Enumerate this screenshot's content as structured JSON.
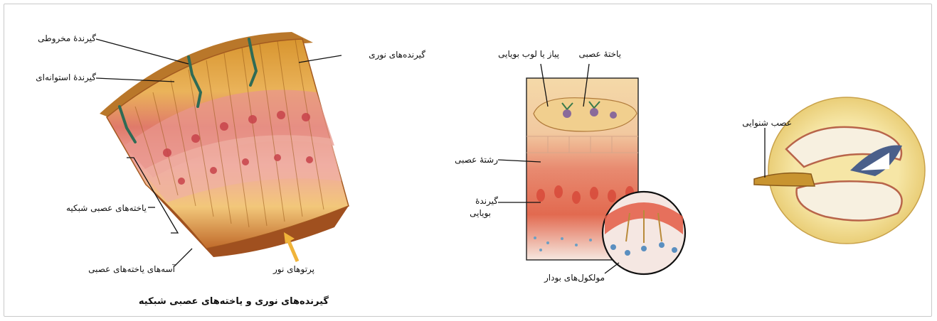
{
  "retina_panel": {
    "caption": "گیرنده‌های نوری و یاخته‌های عصبی شبکیه",
    "labels": {
      "cone": "گیرندهٔ مخروطی",
      "rod": "گیرندهٔ استوانه‌ای",
      "photoreceptors": "گیرنده‌های نوری",
      "retinal_neurons": "یاخته‌های عصبی شبکیه",
      "axons": "آسه‌های یاخته‌های عصبی",
      "light_rays": "پرتوهای نور"
    }
  },
  "olfactory_panel": {
    "labels": {
      "neuron": "یاختهٔ عصبی",
      "bulb": "پیاز یا لوب بویایی",
      "nerve_fiber": "رشتهٔ عصبی",
      "receptor_line1": "گیرندهٔ",
      "receptor_line2": "بویایی",
      "molecules": "مولکول‌های بودار"
    }
  },
  "ear_panel": {
    "labels": {
      "auditory_nerve": "عصب شنوایی"
    }
  },
  "colors": {
    "tissue_orange": "#e8a94a",
    "tissue_pink": "#e89a8a",
    "tissue_red": "#c84a3a",
    "receptor_green": "#2f6b55",
    "bone_yellow": "#f2dc8a",
    "cochlea_blue": "#4a5f8a",
    "arrow_gold": "#f0b43a"
  }
}
